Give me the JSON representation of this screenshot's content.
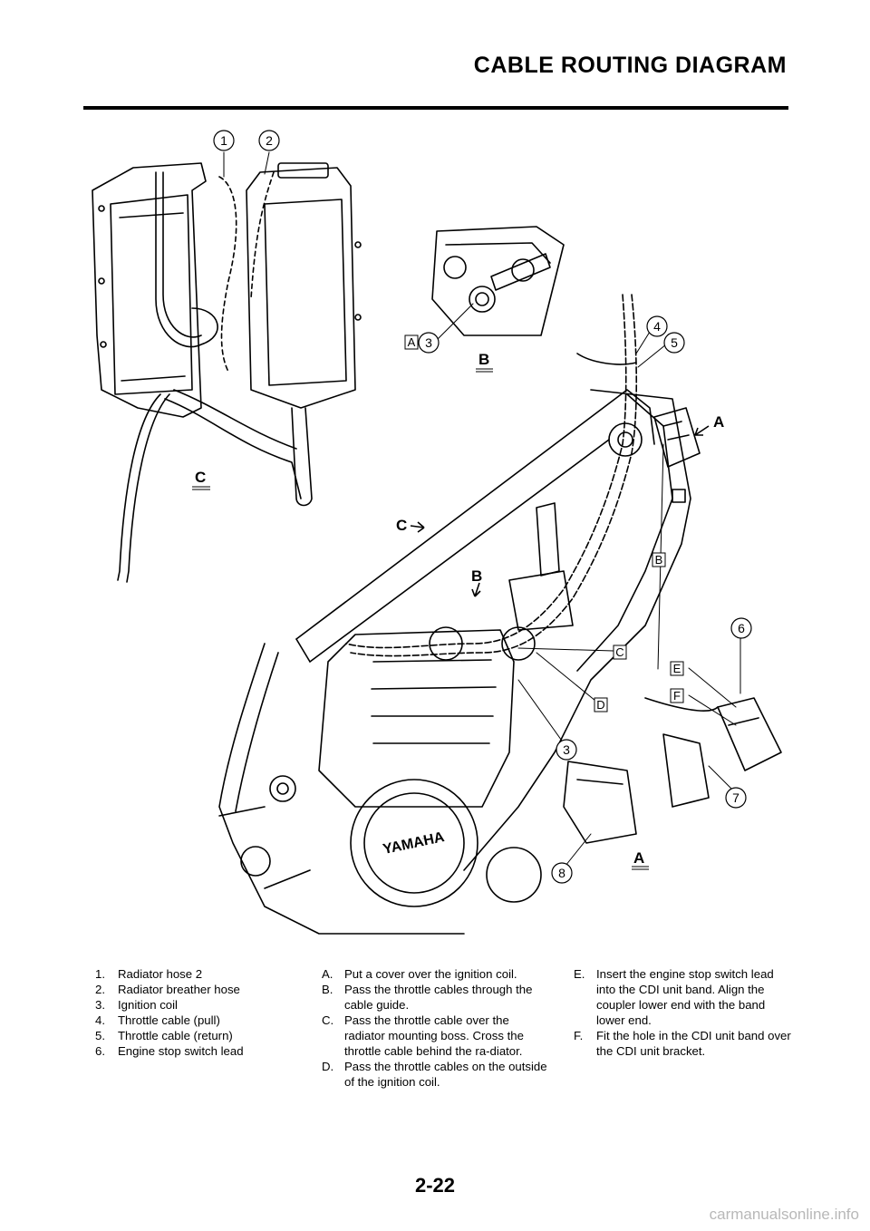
{
  "header": {
    "title": "CABLE ROUTING DIAGRAM"
  },
  "diagram": {
    "callouts": [
      "1",
      "2",
      "3",
      "3",
      "4",
      "5",
      "6",
      "7",
      "8"
    ],
    "letter_boxes": [
      "A",
      "B",
      "C",
      "D",
      "E",
      "F"
    ],
    "view_labels": [
      "A",
      "B",
      "C",
      "A",
      "B",
      "C"
    ],
    "brand_text": "YAMAHA"
  },
  "legend_parts": [
    {
      "key": "1.",
      "text": "Radiator hose 2"
    },
    {
      "key": "2.",
      "text": "Radiator breather hose"
    },
    {
      "key": "3.",
      "text": "Ignition coil"
    },
    {
      "key": "4.",
      "text": "Throttle cable (pull)"
    },
    {
      "key": "5.",
      "text": "Throttle cable (return)"
    },
    {
      "key": "6.",
      "text": "Engine stop switch lead"
    }
  ],
  "legend_notes_a": [
    {
      "key": "A.",
      "text": "Put a cover over the ignition coil."
    },
    {
      "key": "B.",
      "text": "Pass the throttle cables through the cable guide."
    },
    {
      "key": "C.",
      "text": "Pass the throttle cable over the radiator mounting boss. Cross the throttle cable behind the ra-diator."
    },
    {
      "key": "D.",
      "text": "Pass the throttle cables on the outside of the ignition coil."
    }
  ],
  "legend_notes_b": [
    {
      "key": "E.",
      "text": "Insert the engine stop switch lead into the CDI unit band. Align the coupler lower end with the band lower end."
    },
    {
      "key": "F.",
      "text": "Fit the hole in the CDI unit band over the CDI unit bracket."
    }
  ],
  "footer": {
    "page_number": "2-22",
    "watermark": "carmanualsonline.info"
  }
}
